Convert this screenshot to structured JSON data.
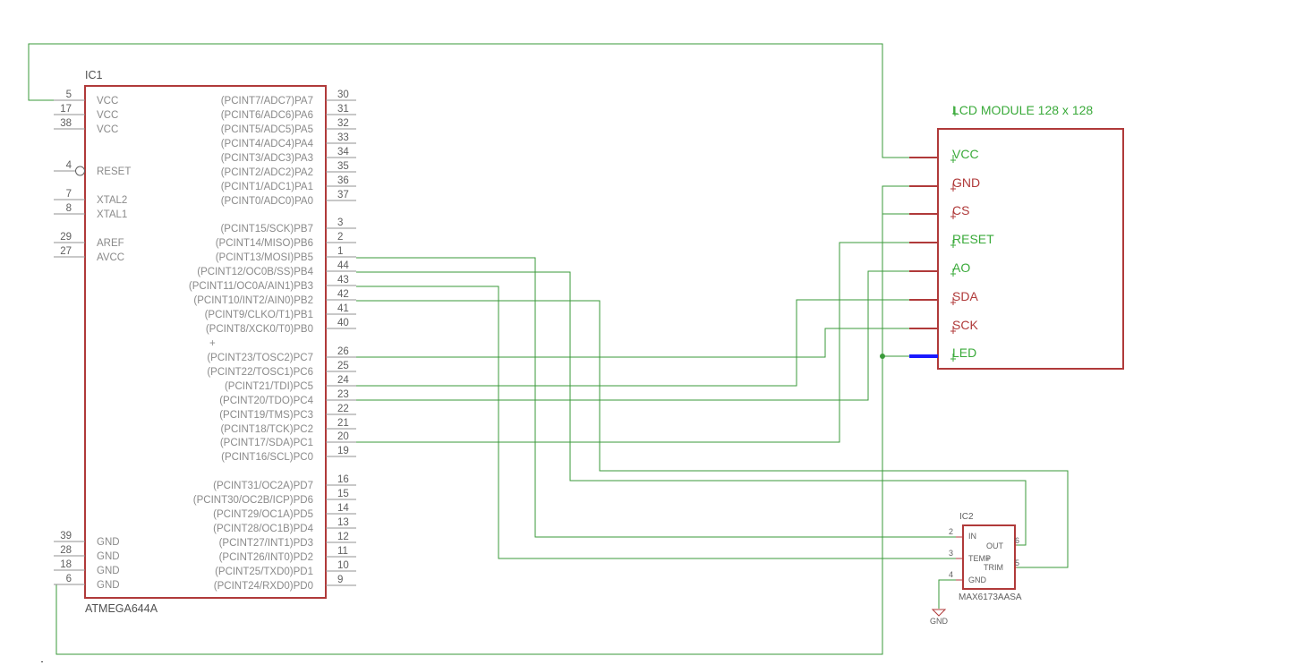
{
  "ic1": {
    "name": "IC1",
    "part": "ATMEGA644A",
    "left_pins": [
      {
        "num": "5",
        "label": "VCC"
      },
      {
        "num": "17",
        "label": "VCC"
      },
      {
        "num": "38",
        "label": "VCC"
      },
      {
        "num": "4",
        "label": "RESET"
      },
      {
        "num": "7",
        "label": "XTAL2"
      },
      {
        "num": "8",
        "label": "XTAL1"
      },
      {
        "num": "29",
        "label": "AREF"
      },
      {
        "num": "27",
        "label": "AVCC"
      },
      {
        "num": "39",
        "label": "GND"
      },
      {
        "num": "28",
        "label": "GND"
      },
      {
        "num": "18",
        "label": "GND"
      },
      {
        "num": "6",
        "label": "GND"
      }
    ],
    "right_pins": [
      {
        "num": "30",
        "label": "(PCINT7/ADC7)PA7"
      },
      {
        "num": "31",
        "label": "(PCINT6/ADC6)PA6"
      },
      {
        "num": "32",
        "label": "(PCINT5/ADC5)PA5"
      },
      {
        "num": "33",
        "label": "(PCINT4/ADC4)PA4"
      },
      {
        "num": "34",
        "label": "(PCINT3/ADC3)PA3"
      },
      {
        "num": "35",
        "label": "(PCINT2/ADC2)PA2"
      },
      {
        "num": "36",
        "label": "(PCINT1/ADC1)PA1"
      },
      {
        "num": "37",
        "label": "(PCINT0/ADC0)PA0"
      },
      {
        "num": "3",
        "label": "(PCINT15/SCK)PB7"
      },
      {
        "num": "2",
        "label": "(PCINT14/MISO)PB6"
      },
      {
        "num": "1",
        "label": "(PCINT13/MOSI)PB5"
      },
      {
        "num": "44",
        "label": "(PCINT12/OC0B/SS)PB4"
      },
      {
        "num": "43",
        "label": "(PCINT11/OC0A/AIN1)PB3"
      },
      {
        "num": "42",
        "label": "(PCINT10/INT2/AIN0)PB2"
      },
      {
        "num": "41",
        "label": "(PCINT9/CLKO/T1)PB1"
      },
      {
        "num": "40",
        "label": "(PCINT8/XCK0/T0)PB0"
      },
      {
        "num": "26",
        "label": "(PCINT23/TOSC2)PC7"
      },
      {
        "num": "25",
        "label": "(PCINT22/TOSC1)PC6"
      },
      {
        "num": "24",
        "label": "(PCINT21/TDI)PC5"
      },
      {
        "num": "23",
        "label": "(PCINT20/TDO)PC4"
      },
      {
        "num": "22",
        "label": "(PCINT19/TMS)PC3"
      },
      {
        "num": "21",
        "label": "(PCINT18/TCK)PC2"
      },
      {
        "num": "20",
        "label": "(PCINT17/SDA)PC1"
      },
      {
        "num": "19",
        "label": "(PCINT16/SCL)PC0"
      },
      {
        "num": "16",
        "label": "(PCINT31/OC2A)PD7"
      },
      {
        "num": "15",
        "label": "(PCINT30/OC2B/ICP)PD6"
      },
      {
        "num": "14",
        "label": "(PCINT29/OC1A)PD5"
      },
      {
        "num": "13",
        "label": "(PCINT28/OC1B)PD4"
      },
      {
        "num": "12",
        "label": "(PCINT27/INT1)PD3"
      },
      {
        "num": "11",
        "label": "(PCINT26/INT0)PD2"
      },
      {
        "num": "10",
        "label": "(PCINT25/TXD0)PD1"
      },
      {
        "num": "9",
        "label": "(PCINT24/RXD0)PD0"
      }
    ]
  },
  "lcd": {
    "title": "LCD MODULE 128 x 128",
    "pins": [
      "VCC",
      "GND",
      "CS",
      "RESET",
      "AO",
      "SDA",
      "SCK",
      "LED"
    ]
  },
  "ic2": {
    "name": "IC2",
    "part": "MAX6173AASA",
    "pins": [
      {
        "num": "2",
        "label": "IN"
      },
      {
        "num": "3",
        "label": "TEMP"
      },
      {
        "num": "4",
        "label": "GND"
      },
      {
        "num": "6",
        "label": "OUT"
      },
      {
        "num": "5",
        "label": "TRIM"
      }
    ]
  },
  "gnd_symbol": {
    "label": "GND"
  },
  "colors": {
    "part_outline": "#b03a3a",
    "wire": "#3a9a3a",
    "lcd_label_green": "#3aaa3a",
    "lcd_label_red": "#b03a3a",
    "led_pin": "#1a1aff"
  }
}
